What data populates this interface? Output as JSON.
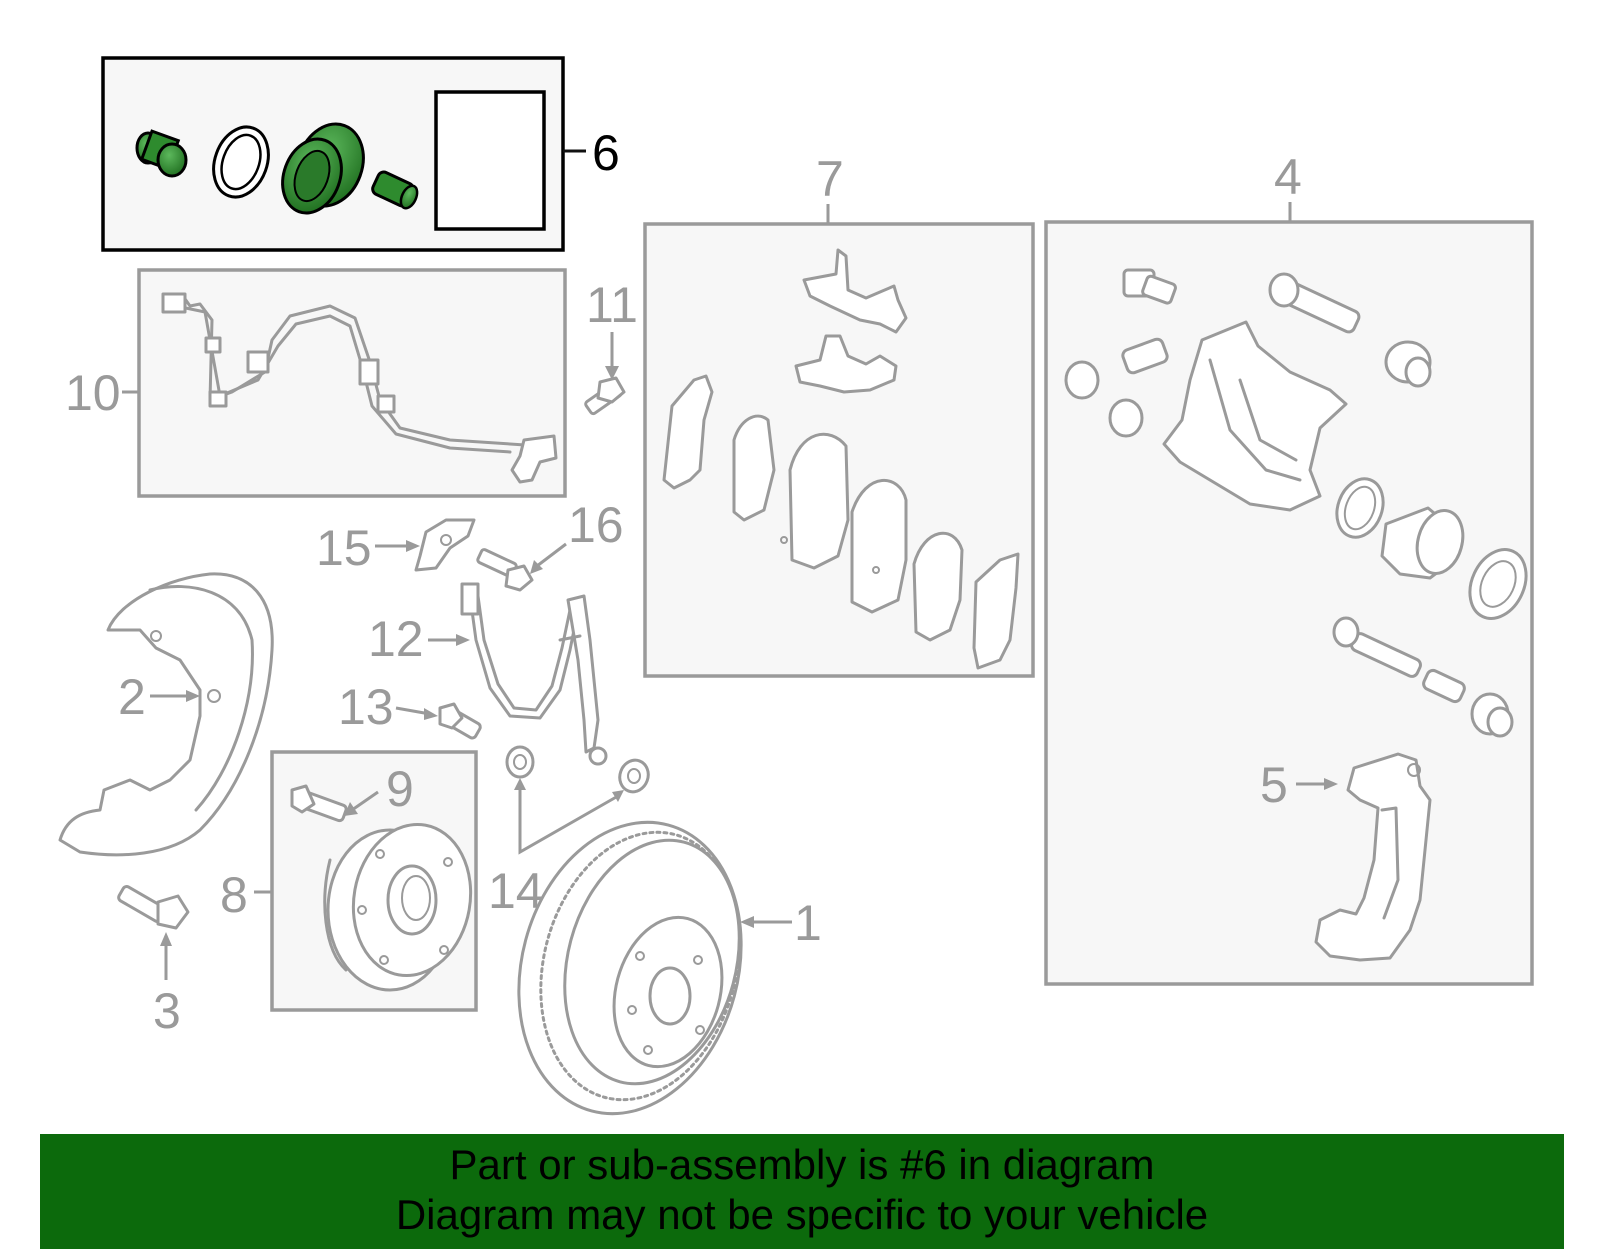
{
  "callouts": {
    "c1": "1",
    "c2": "2",
    "c3": "3",
    "c4": "4",
    "c5": "5",
    "c6": "6",
    "c7": "7",
    "c8": "8",
    "c9": "9",
    "c10": "10",
    "c11": "11",
    "c12": "12",
    "c13": "13",
    "c14": "14",
    "c15": "15",
    "c16": "16"
  },
  "highlighted_part": "6",
  "colors": {
    "highlight_fill": "#2e8b2e",
    "banner_bg": "#0c6a0c",
    "line_gray": "#9a9a9a"
  },
  "banner": {
    "line1": "Part or sub-assembly is #6 in diagram",
    "line2": "Diagram may not be specific to your vehicle"
  }
}
